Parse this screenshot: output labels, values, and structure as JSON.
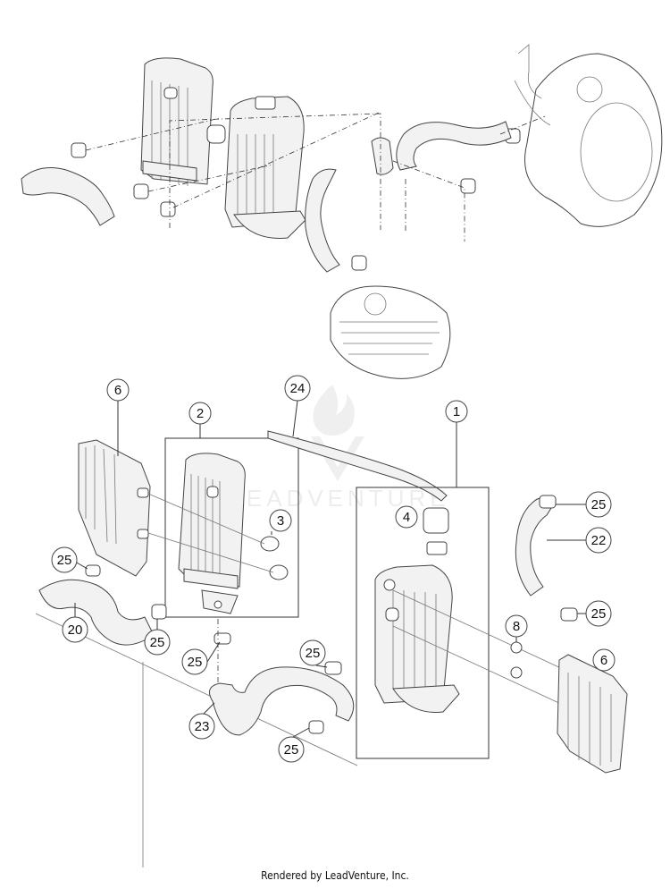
{
  "diagram": {
    "title": "",
    "callouts": [
      {
        "id": "c6a",
        "label": "6"
      },
      {
        "id": "c2",
        "label": "2"
      },
      {
        "id": "c24",
        "label": "24"
      },
      {
        "id": "c1",
        "label": "1"
      },
      {
        "id": "c3",
        "label": "3"
      },
      {
        "id": "c4",
        "label": "4"
      },
      {
        "id": "c25a",
        "label": "25"
      },
      {
        "id": "c22",
        "label": "22"
      },
      {
        "id": "c25b",
        "label": "25"
      },
      {
        "id": "c20",
        "label": "20"
      },
      {
        "id": "c25c",
        "label": "25"
      },
      {
        "id": "c25d",
        "label": "25"
      },
      {
        "id": "c25e",
        "label": "25"
      },
      {
        "id": "c25f",
        "label": "25"
      },
      {
        "id": "c8",
        "label": "8"
      },
      {
        "id": "c6b",
        "label": "6"
      },
      {
        "id": "c23",
        "label": "23"
      },
      {
        "id": "c25g",
        "label": "25"
      }
    ],
    "watermark": "LEADVENTURE",
    "footer": "Rendered by LeadVenture, Inc."
  }
}
